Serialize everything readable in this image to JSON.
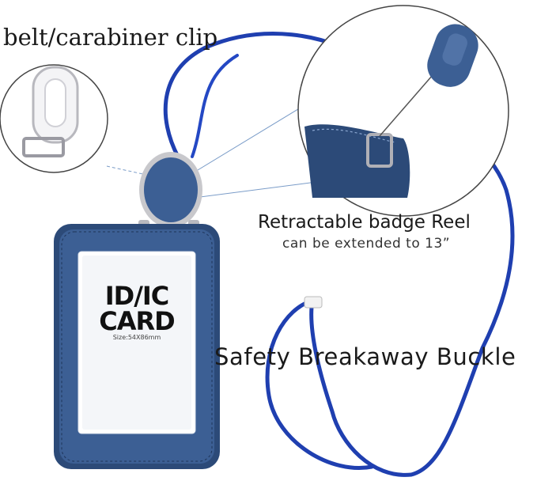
{
  "labels": {
    "clip": "belt/carabiner clip",
    "reel": "Retractable badge Reel",
    "reel_sub": "can be extended to 13”",
    "buckle": "Safety Breakaway Buckle"
  },
  "card": {
    "title_line1": "ID/IC",
    "title_line2": "CARD",
    "size": "Size:54X86mm"
  },
  "colors": {
    "lanyard": "#1f3fb0",
    "leather": "#3c5f94",
    "leather_dark": "#2c4a78",
    "metal": "#c8c8cc"
  },
  "icons": {
    "clip": "carabiner-clip-icon",
    "reel": "retractable-reel-icon",
    "buckle": "breakaway-buckle-icon"
  }
}
